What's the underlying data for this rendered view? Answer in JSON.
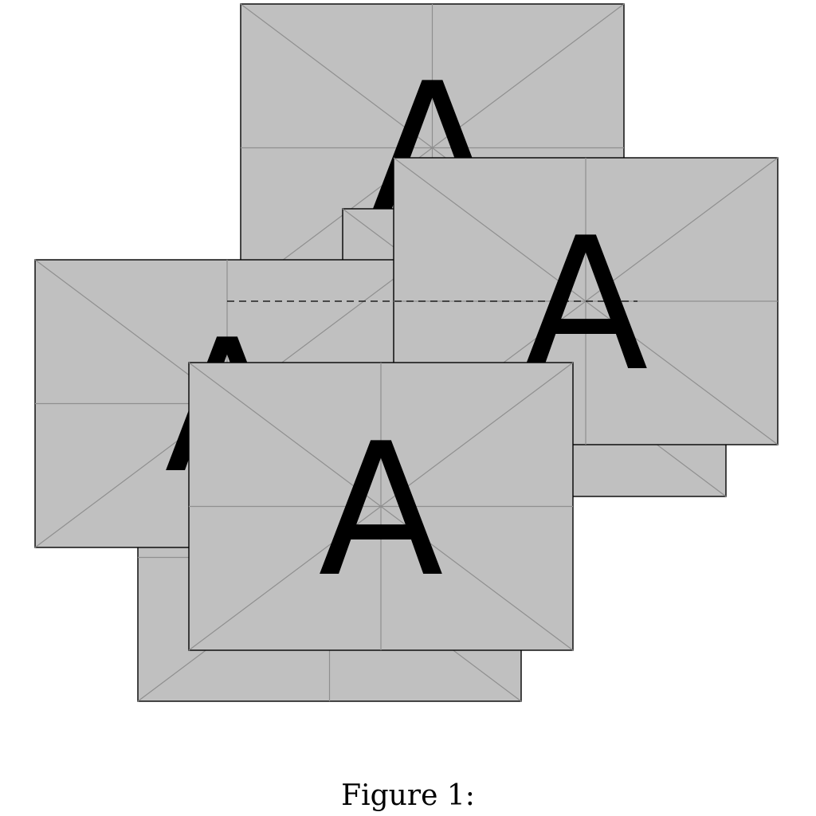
{
  "figure": {
    "caption": "Figure 1:",
    "placeholder_letter": "A",
    "placeholder_fill": "#c0c0c0",
    "placeholder_line_color": "#8f8f8f",
    "border_color": "#000000",
    "placeholder_count": 6
  }
}
